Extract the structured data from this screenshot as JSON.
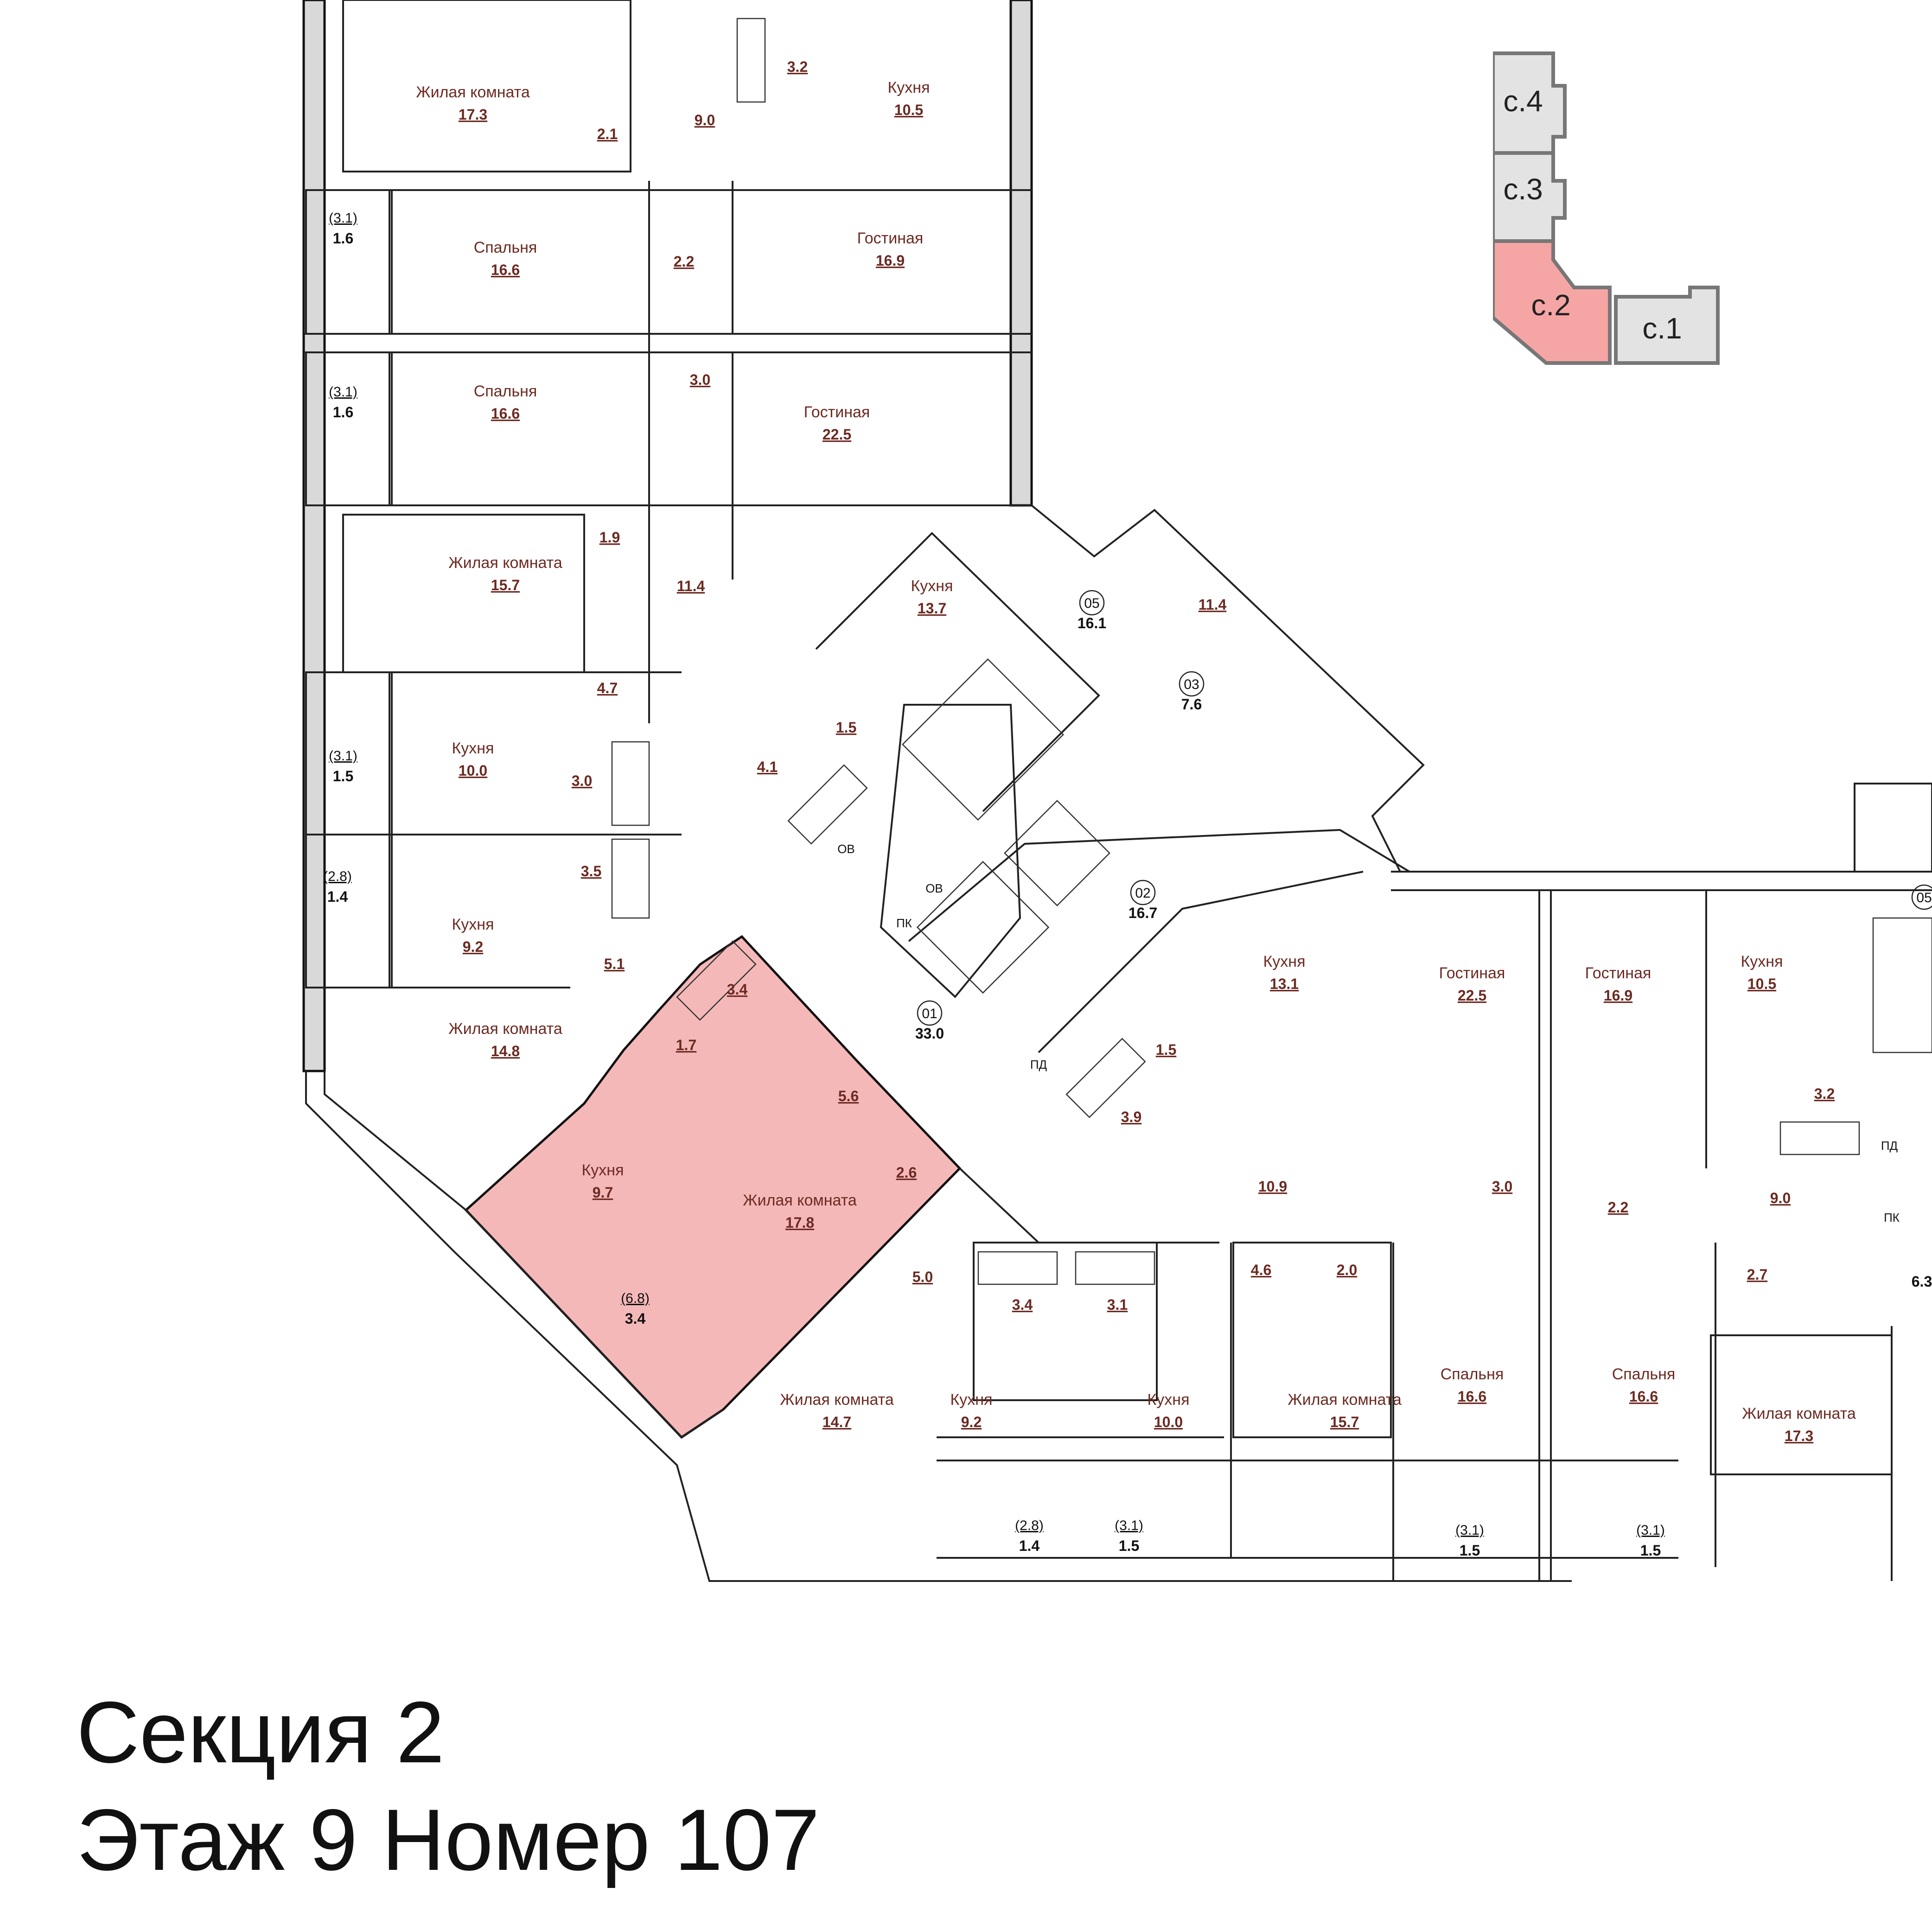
{
  "caption": {
    "section_label": "Секция 2",
    "floor_and_number": "Этаж 9 Номер 107"
  },
  "key_map": {
    "sections": [
      {
        "label": "с.4",
        "selected": false
      },
      {
        "label": "с.3",
        "selected": false
      },
      {
        "label": "с.2",
        "selected": true
      },
      {
        "label": "с.1",
        "selected": false
      }
    ],
    "selected_color": "#f6a5a5",
    "default_color": "#e3e3e3"
  },
  "highlight_color": "#f5b8b8",
  "rooms": [
    {
      "name": "Жилая комната",
      "area": "17.3"
    },
    {
      "name": "",
      "area": "2.1"
    },
    {
      "name": "",
      "area": "9.0"
    },
    {
      "name": "",
      "area": "3.2"
    },
    {
      "name": "Кухня",
      "area": "10.5"
    },
    {
      "name": "Спальня",
      "area": "16.6"
    },
    {
      "name": "",
      "area": "2.2"
    },
    {
      "name": "Гостиная",
      "area": "16.9"
    },
    {
      "name": "Спальня",
      "area": "16.6"
    },
    {
      "name": "",
      "area": "3.0"
    },
    {
      "name": "Гостиная",
      "area": "22.5"
    },
    {
      "name": "Жилая комната",
      "area": "15.7"
    },
    {
      "name": "",
      "area": "1.9"
    },
    {
      "name": "",
      "area": "11.4"
    },
    {
      "name": "Кухня",
      "area": "13.7"
    },
    {
      "name": "",
      "area": "4.7"
    },
    {
      "name": "Кухня",
      "area": "10.0"
    },
    {
      "name": "",
      "area": "3.0"
    },
    {
      "name": "",
      "area": "4.1"
    },
    {
      "name": "",
      "area": "1.5"
    },
    {
      "name": "",
      "area": "3.5"
    },
    {
      "name": "Кухня",
      "area": "9.2"
    },
    {
      "name": "",
      "area": "5.1"
    },
    {
      "name": "Жилая комната",
      "area": "14.8"
    },
    {
      "name": "",
      "area": "3.4"
    },
    {
      "name": "",
      "area": "1.7"
    },
    {
      "name": "",
      "area": "5.6"
    },
    {
      "name": "Кухня",
      "area": "9.7"
    },
    {
      "name": "Жилая комната",
      "area": "17.8"
    },
    {
      "name": "",
      "area": "2.6"
    },
    {
      "name": "",
      "area": "5.0"
    },
    {
      "name": "",
      "area": "3.4"
    },
    {
      "name": "",
      "area": "3.1"
    },
    {
      "name": "Жилая комната",
      "area": "14.7"
    },
    {
      "name": "Кухня",
      "area": "9.2"
    },
    {
      "name": "Кухня",
      "area": "10.0"
    },
    {
      "name": "Жилая комната",
      "area": "15.7"
    },
    {
      "name": "",
      "area": "4.6"
    },
    {
      "name": "",
      "area": "2.0"
    },
    {
      "name": "",
      "area": "10.9"
    },
    {
      "name": "",
      "area": "3.9"
    },
    {
      "name": "",
      "area": "1.5"
    },
    {
      "name": "Кухня",
      "area": "13.1"
    },
    {
      "name": "Гостиная",
      "area": "22.5"
    },
    {
      "name": "Гостиная",
      "area": "16.9"
    },
    {
      "name": "Кухня",
      "area": "10.5"
    },
    {
      "name": "",
      "area": "3.2"
    },
    {
      "name": "",
      "area": "9.0"
    },
    {
      "name": "",
      "area": "3.0"
    },
    {
      "name": "",
      "area": "2.2"
    },
    {
      "name": "",
      "area": "2.7"
    },
    {
      "name": "Спальня",
      "area": "16.6"
    },
    {
      "name": "Спальня",
      "area": "16.6"
    },
    {
      "name": "Жилая комната",
      "area": "17.3"
    },
    {
      "name": "",
      "area": "11.4"
    }
  ],
  "balconies": [
    {
      "gross": "(3.1)",
      "area": "1.6"
    },
    {
      "gross": "(3.1)",
      "area": "1.6"
    },
    {
      "gross": "(3.1)",
      "area": "1.5"
    },
    {
      "gross": "(2.8)",
      "area": "1.4"
    },
    {
      "gross": "(6.8)",
      "area": "3.4"
    },
    {
      "gross": "(2.8)",
      "area": "1.4"
    },
    {
      "gross": "(3.1)",
      "area": "1.5"
    },
    {
      "gross": "(3.1)",
      "area": "1.5"
    },
    {
      "gross": "(3.1)",
      "area": "1.5"
    },
    {
      "gross": "",
      "area": "6.3"
    }
  ],
  "common_areas": [
    {
      "code": "01",
      "area": "33.0"
    },
    {
      "code": "02",
      "area": "16.7"
    },
    {
      "code": "03",
      "area": "7.6"
    },
    {
      "code": "05",
      "area": "16.1"
    },
    {
      "code": "05",
      "area": ""
    }
  ],
  "markers": [
    "ОВ",
    "ОВ",
    "ПК",
    "ПД",
    "ПД",
    "ПК"
  ]
}
